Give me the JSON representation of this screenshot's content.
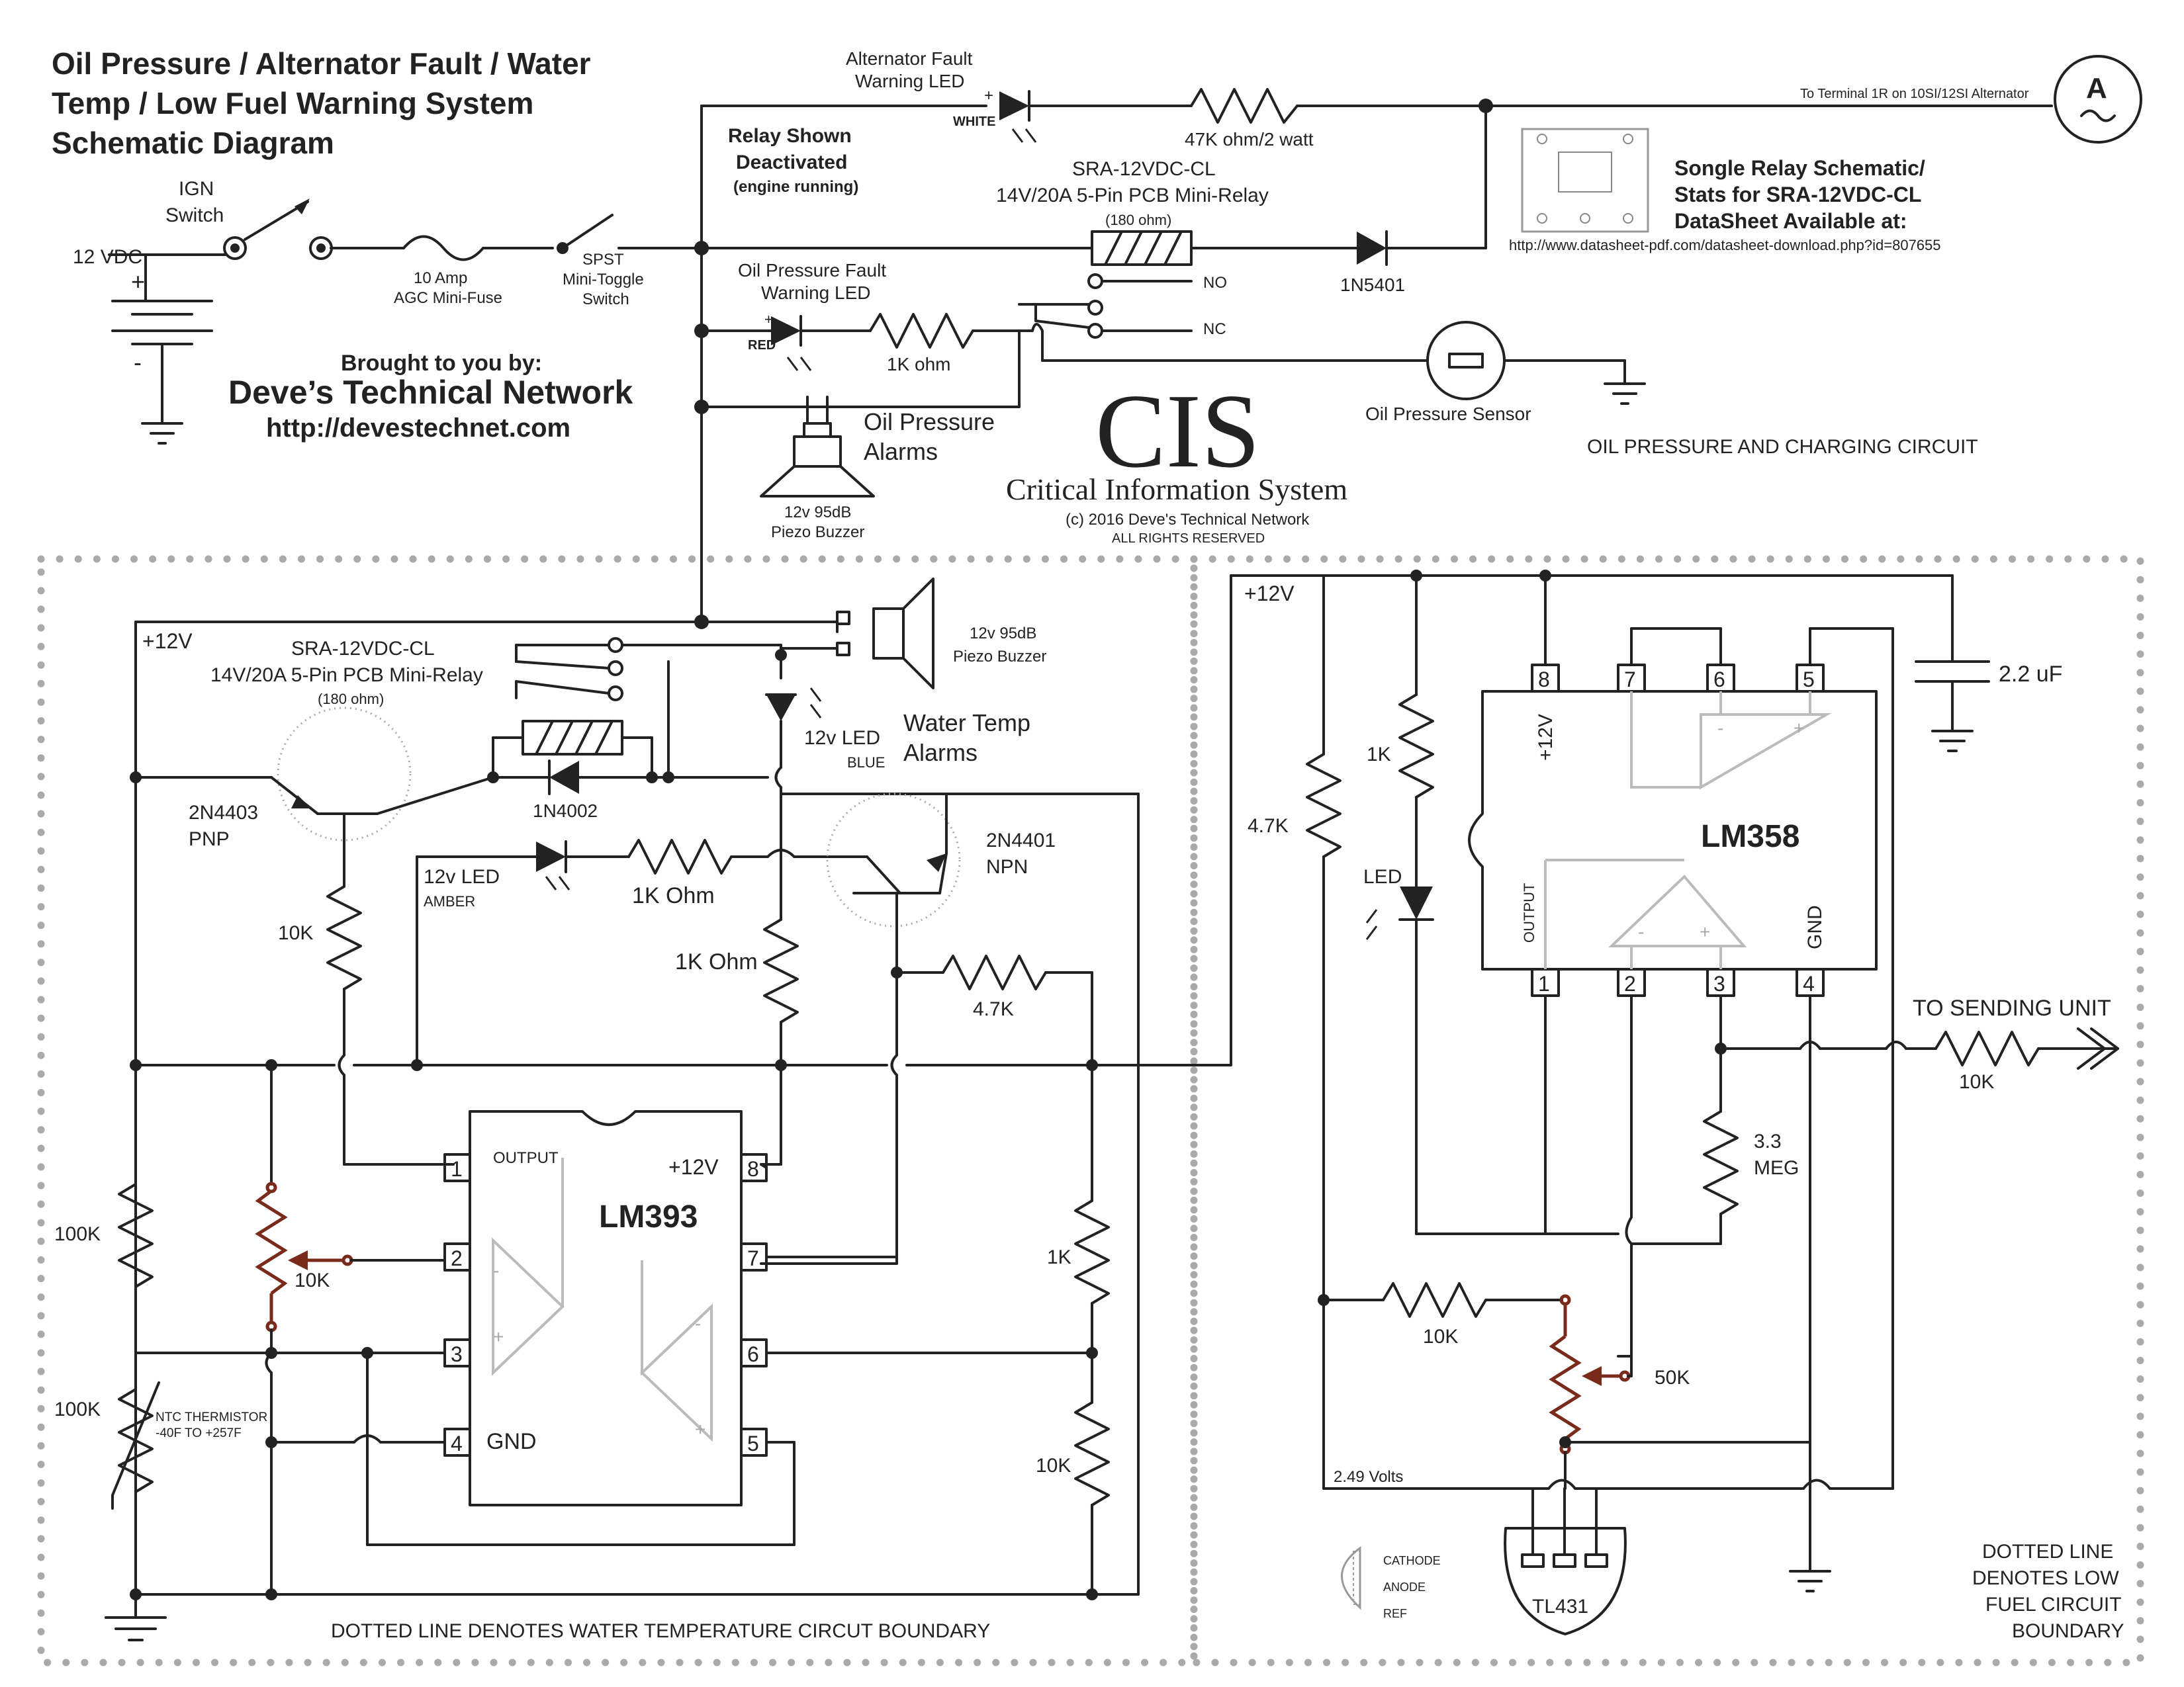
{
  "title": {
    "line1": "Oil Pressure / Alternator Fault / Water",
    "line2": "Temp / Low Fuel Warning System",
    "line3": "Schematic Diagram"
  },
  "credits": {
    "brought": "Brought to you by:",
    "network": "Deve’s Technical Network",
    "url": "http://devestechnet.com"
  },
  "logo": {
    "mark": "CIS",
    "name": "Critical Information System",
    "copyright": "(c) 2016 Deve's Technical Network",
    "rights": "ALL RIGHTS RESERVED"
  },
  "power": {
    "vdc": "12 VDC",
    "plus": "+",
    "minus": "-",
    "ign1": "IGN",
    "ign2": "Switch",
    "fuse1": "10 Amp",
    "fuse2": "AGC Mini-Fuse",
    "spst1": "SPST",
    "spst2": "Mini-Toggle",
    "spst3": "Switch"
  },
  "oil": {
    "alt_led1": "Alternator Fault",
    "alt_led2": "Warning LED",
    "white": "WHITE",
    "plus": "+",
    "r47k": "47K ohm/2 watt",
    "terminal": "To Terminal 1R on 10SI/12SI Alternator",
    "alt_symbol": "A",
    "relay_state1": "Relay Shown",
    "relay_state2": "Deactivated",
    "relay_state3": "(engine running)",
    "relay1": "SRA-12VDC-CL",
    "relay2": "14V/20A 5-Pin PCB Mini-Relay",
    "relay3": "(180 ohm)",
    "diode": "1N5401",
    "no": "NO",
    "nc": "NC",
    "oil_led1": "Oil Pressure Fault",
    "oil_led2": "Warning LED",
    "red": "RED",
    "r1k": "1K ohm",
    "alarm1": "Oil Pressure",
    "alarm2": "Alarms",
    "buzzer1": "12v 95dB",
    "buzzer2": "Piezo Buzzer",
    "sensor": "Oil Pressure Sensor",
    "circuit": "OIL PRESSURE AND CHARGING CIRCUIT",
    "info1": "Songle Relay Schematic/",
    "info2": "Stats for SRA-12VDC-CL",
    "info3": "DataSheet Available at:",
    "info_url": "http://www.datasheet-pdf.com/datasheet-download.php?id=807655"
  },
  "water": {
    "v12": "+12V",
    "relay1": "SRA-12VDC-CL",
    "relay2": "14V/20A 5-Pin PCB Mini-Relay",
    "relay3": "(180 ohm)",
    "buzzer1": "12v 95dB",
    "buzzer2": "Piezo Buzzer",
    "led_blue1": "12v LED",
    "led_blue2": "BLUE",
    "alarm1": "Water Temp",
    "alarm2": "Alarms",
    "pnp1": "2N4403",
    "pnp2": "PNP",
    "diode": "1N4002",
    "npn1": "2N4401",
    "npn2": "NPN",
    "led_amber1": "12v LED",
    "led_amber2": "AMBER",
    "r1k_ohm": "1K Ohm",
    "r1k_ohm2": "1K Ohm",
    "r10k": "10K",
    "r47k": "4.7K",
    "ic": "LM393",
    "output": "OUTPUT",
    "v12pin": "+12V",
    "gnd": "GND",
    "p1": "1",
    "p2": "2",
    "p3": "3",
    "p4": "4",
    "p5": "5",
    "p6": "6",
    "p7": "7",
    "p8": "8",
    "r100k_a": "100K",
    "r100k_b": "100K",
    "pot10k": "10K",
    "therm1": "NTC THERMISTOR",
    "therm2": "-40F TO +257F",
    "r1k": "1K",
    "r10k_b": "10K",
    "boundary": "DOTTED LINE DENOTES WATER TEMPERATURE CIRCUT BOUNDARY"
  },
  "fuel": {
    "v12": "+12V",
    "r47k": "4.7K",
    "r1k": "1K",
    "led": "LED",
    "ic": "LM358",
    "pin_v12": "+12V",
    "output": "OUTPUT",
    "gnd": "GND",
    "p1": "1",
    "p2": "2",
    "p3": "3",
    "p4": "4",
    "p5": "5",
    "p6": "6",
    "p7": "7",
    "p8": "8",
    "cap": "2.2 uF",
    "sending": "TO SENDING UNIT",
    "r10k": "10K",
    "r33_1": "3.3",
    "r33_2": "MEG",
    "r10k_b": "10K",
    "pot50k": "50K",
    "volts": "2.49 Volts",
    "tl431": "TL431",
    "cathode": "CATHODE",
    "anode": "ANODE",
    "ref": "REF",
    "boundary1": "DOTTED LINE",
    "boundary2": "DENOTES LOW",
    "boundary3": "FUEL CIRCUIT",
    "boundary4": "BOUNDARY"
  }
}
